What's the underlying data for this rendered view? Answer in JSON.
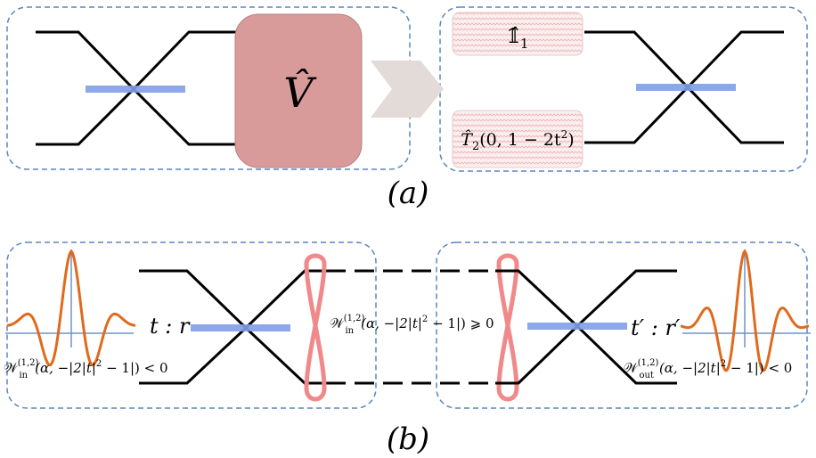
{
  "panel_a": {
    "caption": "(a)",
    "unitary_label": "V̂",
    "identity_label": "𝟙̂",
    "identity_subscript": "1",
    "transform_label_main": "T̂",
    "transform_subscript": "2",
    "transform_args": "(0, 1 − 2t",
    "transform_sup": "2",
    "transform_close": ")",
    "colors": {
      "unitary_box": "#d99a9a",
      "label_box": "#f6dede",
      "splitter": "#7f9fe8",
      "arrow": "#e2dbd8",
      "frame": "#5a86c0"
    }
  },
  "panel_b": {
    "caption": "(b)",
    "left_ratio": "t : r",
    "right_ratio": "t′ : r′",
    "w_symbol": "𝒲",
    "w_sup": "(1,2)",
    "sub_in": "in",
    "sub_out": "out",
    "args": "(α, −|2|t|",
    "args_sup": "2",
    "args_tail_neg": " − 1|) < 0",
    "args_tail_pos": " − 1|) ⩾ 0",
    "colors": {
      "wigner_curve": "#e06a1c",
      "wigner_axis": "#6f93c9",
      "loop": "#f08a8a",
      "splitter": "#7f9fe8",
      "frame": "#5a86c0"
    }
  }
}
